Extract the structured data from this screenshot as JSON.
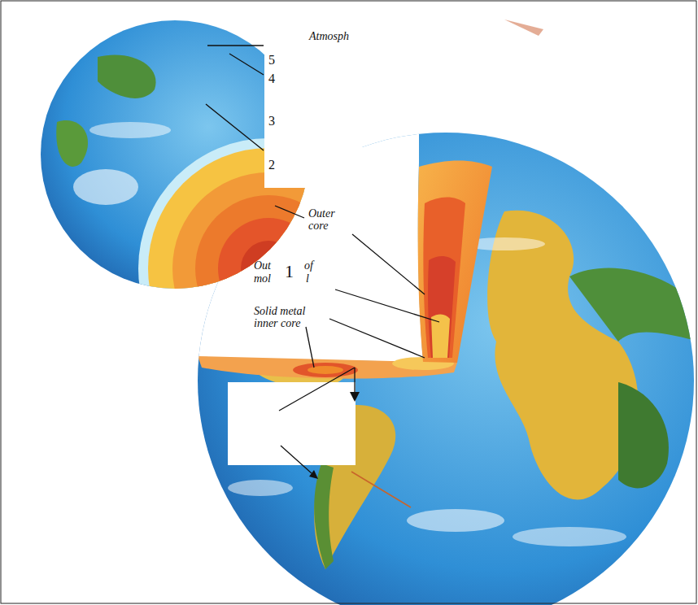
{
  "diagram": {
    "labels": [
      "Atmosph",
      "5",
      "4",
      "3",
      "2",
      "Outer core",
      "Out",
      "of",
      "mol",
      "l",
      "1",
      "Solid metal inner core"
    ]
  }
}
